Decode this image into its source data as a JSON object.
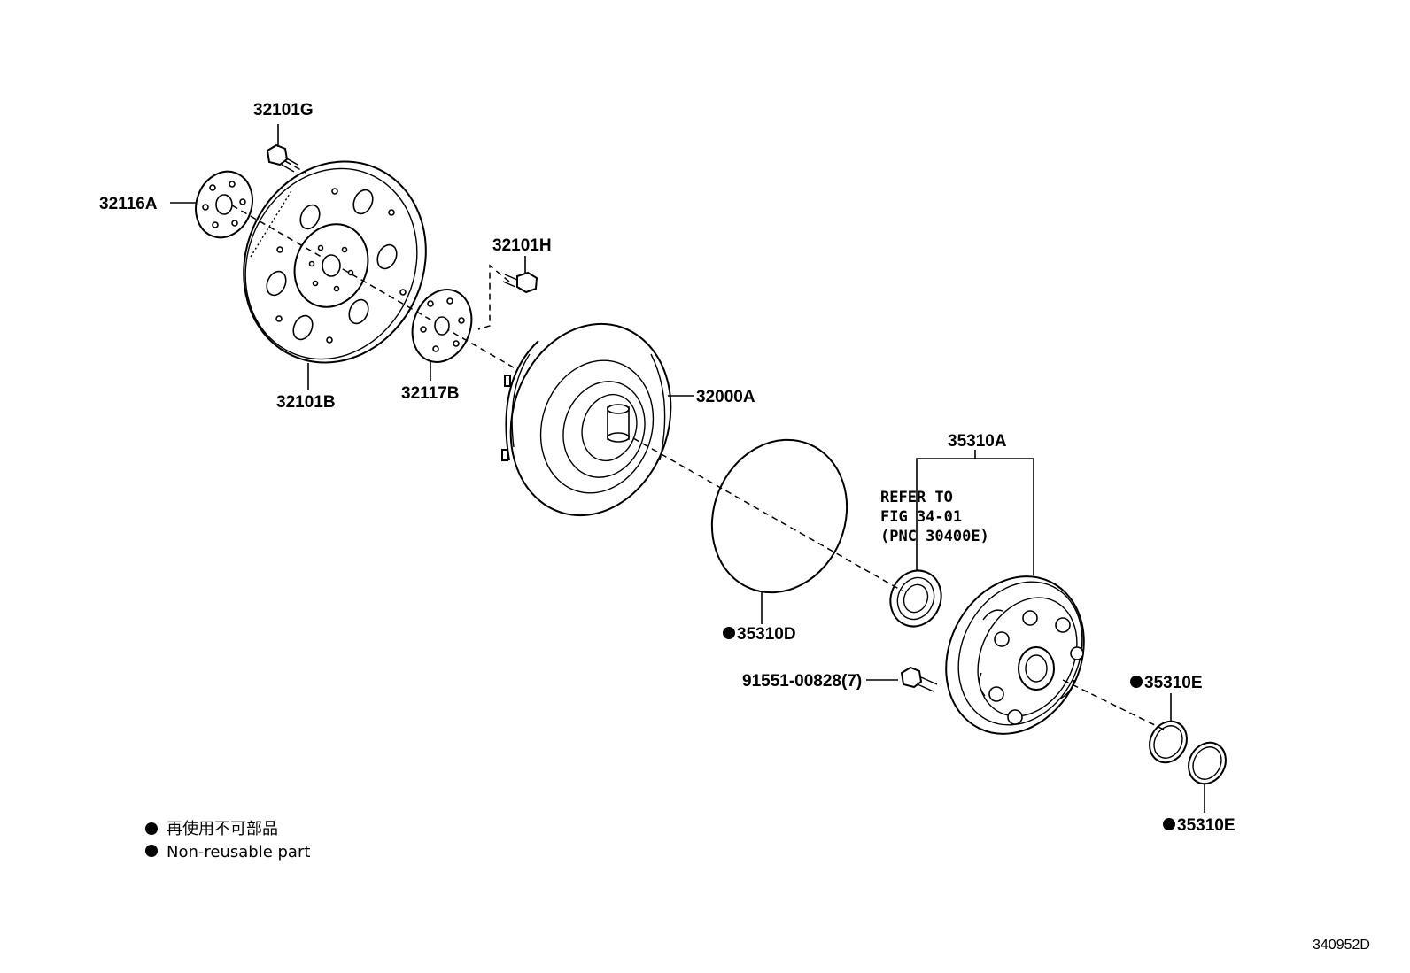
{
  "parts": {
    "p32101G": "32101G",
    "p32116A": "32116A",
    "p32101H": "32101H",
    "p32101B": "32101B",
    "p32117B": "32117B",
    "p32000A": "32000A",
    "p35310A": "35310A",
    "p35310D": "35310D",
    "p91551": "91551-00828(7)",
    "p35310E_top": "35310E",
    "p35310E_bottom": "35310E"
  },
  "refer_note": {
    "line1": "REFER TO",
    "line2": "FIG 34-01",
    "line3": "(PNC 30400E)"
  },
  "legend": {
    "japanese": "再使用不可部品",
    "english": "Non-reusable part"
  },
  "figure_id": "340952D"
}
